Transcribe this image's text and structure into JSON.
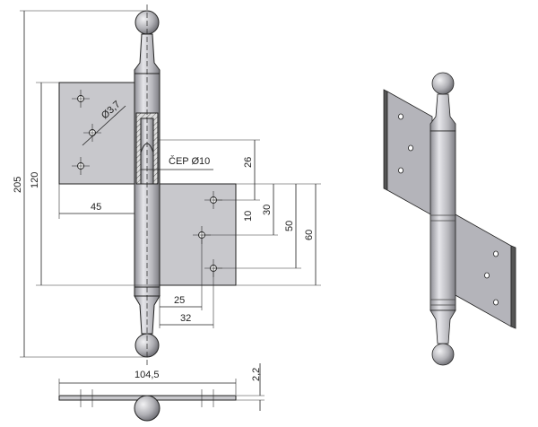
{
  "drawing": {
    "dimensions": {
      "total_height": "205",
      "leaf_height": "120",
      "leaf_width": "45",
      "pin_offset": "26",
      "hole_spacing_1": "10",
      "hole_spacing_2": "30",
      "hole_spacing_3": "50",
      "right_leaf_height": "60",
      "hole_x_1": "25",
      "hole_x_2": "32",
      "pin_label": "ČEP Ø10",
      "hole_diameter": "Ø3,7",
      "total_width": "104,5",
      "thickness": "2,2"
    },
    "colors": {
      "leaf": "#c8c8cc",
      "pin": "#b4b4b8",
      "line": "#222222"
    }
  }
}
